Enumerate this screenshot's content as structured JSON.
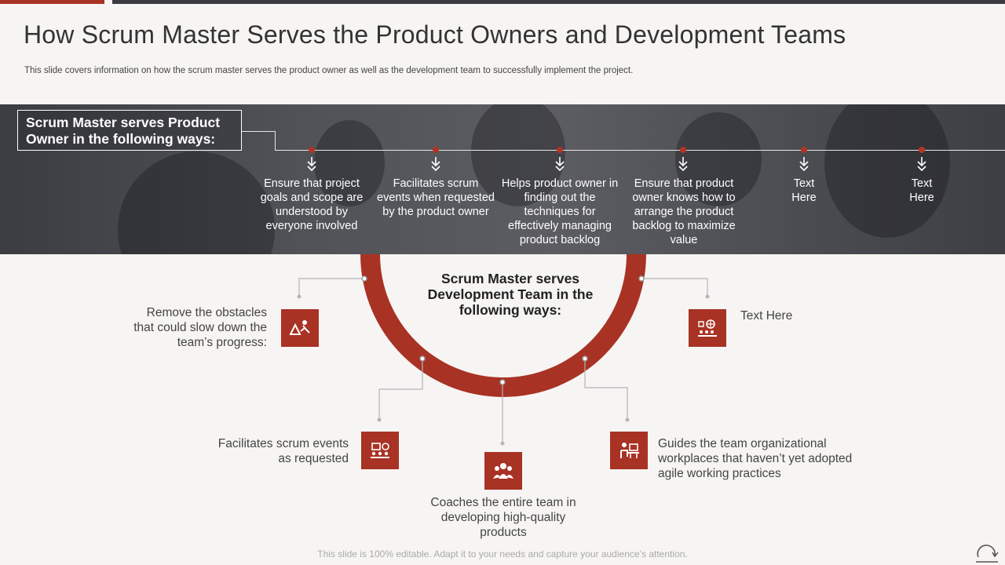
{
  "title": "How Scrum Master Serves the Product Owners and Development Teams",
  "subtitle": "This slide covers information on how the scrum master serves the product owner as well as the development team to successfully implement the project.",
  "product_owner": {
    "heading": "Scrum Master serves Product Owner in the following ways:",
    "items": [
      {
        "text": "Ensure that project goals and scope are understood by everyone involved"
      },
      {
        "text": "Facilitates scrum events when requested by the product owner"
      },
      {
        "text": "Helps product owner in finding out the techniques for effectively managing product backlog"
      },
      {
        "text": "Ensure that product owner knows how to arrange the product backlog to maximize value"
      },
      {
        "text": "Text Here"
      },
      {
        "text": "Text Here"
      }
    ]
  },
  "development_team": {
    "heading": "Scrum Master serves Development Team in the following ways:",
    "items": [
      {
        "text": "Remove the obstacles that could slow down the team’s progress:",
        "icon": "obstacle-runner-icon"
      },
      {
        "text": "Facilitates scrum events as requested",
        "icon": "meeting-presentation-icon"
      },
      {
        "text": "Coaches the entire team in developing high-quality products",
        "icon": "team-group-icon"
      },
      {
        "text": "Guides the team organizational workplaces that haven’t yet adopted agile working practices",
        "icon": "workstation-icon"
      },
      {
        "text": "Text Here",
        "icon": "conference-globe-icon"
      }
    ]
  },
  "footer": "This slide is 100% editable. Adapt it to your needs and capture your audience’s attention.",
  "colors": {
    "accent": "#a83224",
    "dark": "#3a3a40",
    "text": "#333333"
  }
}
